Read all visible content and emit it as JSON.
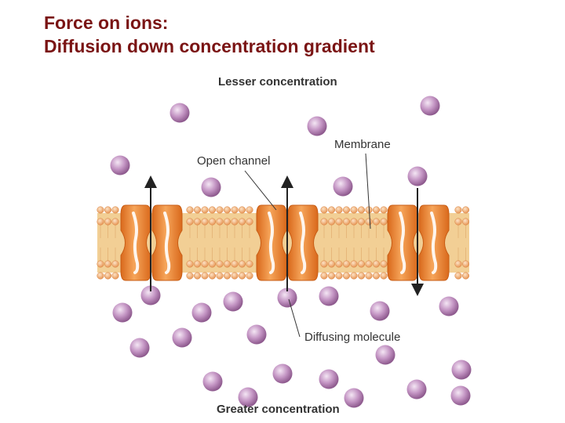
{
  "title": {
    "line1": "Force on ions:",
    "line2": "Diffusion down concentration gradient"
  },
  "diagram": {
    "top_label": "Lesser concentration",
    "bottom_label": "Greater concentration",
    "open_channel_label": "Open channel",
    "membrane_label": "Membrane",
    "diffusing_label": "Diffusing molecule"
  },
  "colors": {
    "title": "#7a1414",
    "membrane_band": "#f2cf95",
    "lipid_head": "#f2a96a",
    "channel_protein": "#ef8f3a",
    "molecule": "#b88ab8",
    "arrow": "#222222"
  },
  "molecules": {
    "count_above": 7,
    "count_below": 20
  }
}
